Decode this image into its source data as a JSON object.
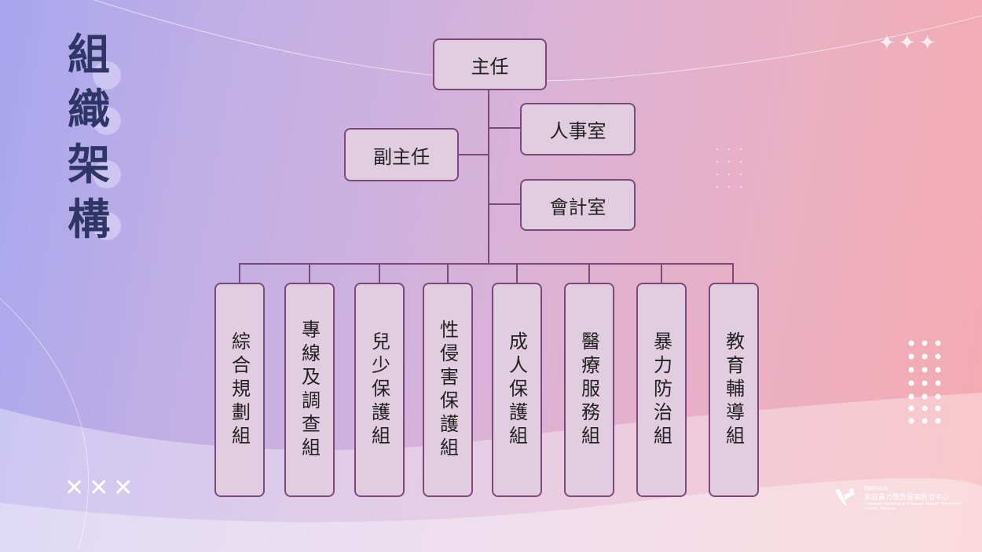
{
  "title": "組織架構",
  "title_chars": [
    "組",
    "織",
    "架",
    "構"
  ],
  "top": {
    "director": "主任",
    "deputy": "副主任",
    "personnel": "人事室",
    "accounting": "會計室"
  },
  "divisions": [
    "綜合規劃組",
    "專線及調查組",
    "兒少保護組",
    "性侵害保護組",
    "成人保護組",
    "醫療服務組",
    "暴力防治組",
    "教育輔導組"
  ],
  "decor": {
    "crosses": "✕✕✕",
    "stars": "✦✦✦"
  },
  "logo": {
    "org": "桃園市政府",
    "name": "家庭暴力暨性侵害防治中心",
    "english": "Domestic Violence and Sexual Assault Prevention Center, Taoyuan"
  },
  "colors": {
    "title": "#2f3566",
    "box_fill": "#e2ccdf",
    "box_border": "#7b4a7a"
  }
}
